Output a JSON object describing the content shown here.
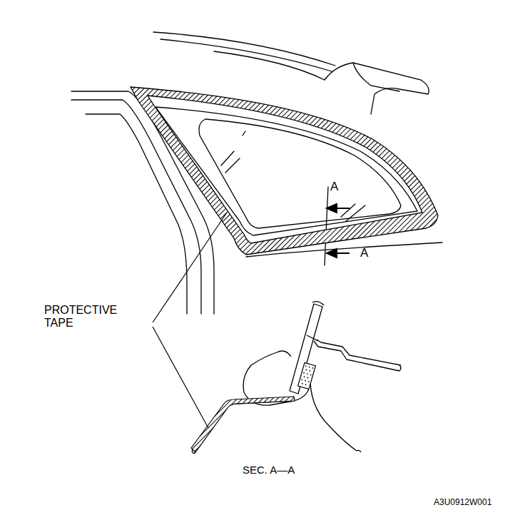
{
  "diagram": {
    "labels": [
      "A",
      "A",
      "PROTECTIVE TAPE",
      "SEC. A—A",
      "A3U0912W001"
    ]
  }
}
